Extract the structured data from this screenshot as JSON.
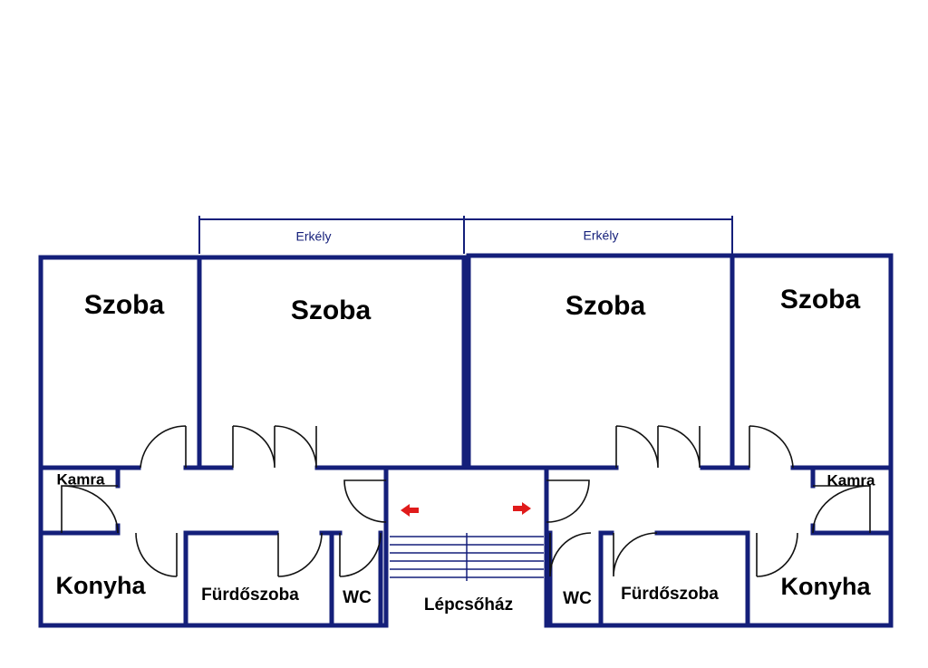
{
  "colors": {
    "wall": "#141f7a",
    "door": "#111111",
    "arrow": "#e01b1b",
    "background": "#ffffff"
  },
  "labels": {
    "balcony_left": "Erkély",
    "balcony_right": "Erkély",
    "room_left_outer": "Szoba",
    "room_left_inner": "Szoba",
    "room_right_inner": "Szoba",
    "room_right_outer": "Szoba",
    "pantry_left": "Kamra",
    "pantry_right": "Kamra",
    "kitchen_left": "Konyha",
    "kitchen_right": "Konyha",
    "bathroom_left": "Fürdőszoba",
    "bathroom_right": "Fürdőszoba",
    "wc_left": "WC",
    "wc_right": "WC",
    "staircase": "Lépcsőház"
  }
}
